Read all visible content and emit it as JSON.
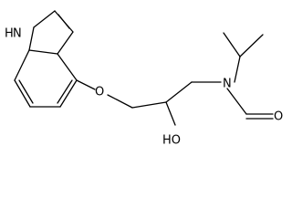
{
  "diagram": {
    "type": "chemical-structure",
    "colors": {
      "background": "#ffffff",
      "bond": "#000000",
      "label": "#000000"
    },
    "atom_labels": {
      "nh": "H",
      "nh_n": "N",
      "ether_o": "O",
      "hydroxyl": "HO",
      "amide_n": "N",
      "carbonyl_o": "O"
    }
  }
}
